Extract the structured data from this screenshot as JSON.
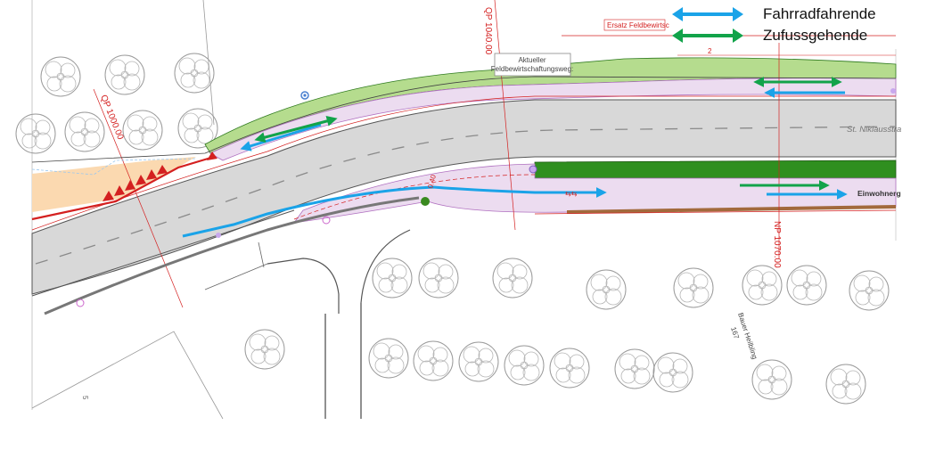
{
  "legend": {
    "items": [
      {
        "label": "Fahrradfahrende",
        "color": "#1aa3e8",
        "icon": "double-arrow-icon"
      },
      {
        "label": "Zufussgehende",
        "color": "#12a34a",
        "icon": "double-arrow-icon"
      }
    ]
  },
  "plan": {
    "station_labels": [
      "QP 1000.00",
      "QP 1040.00",
      "NP 1070.00"
    ],
    "road_name": "St. Niklausstra",
    "street_label": "Einwohnerg",
    "callout": {
      "line1": "Aktueller",
      "line2": "Feldbewirtschaftungsweg:"
    },
    "top_note": "Ersatz Feldbewirtsc",
    "lower_label_1": "Bauer Heilbling",
    "lower_label_2": "167",
    "small_numbers": [
      "2",
      "5"
    ],
    "colors": {
      "road": "#d8d8d8",
      "green_strip": "#b5dc8e",
      "dark_green": "#2f8f1f",
      "sidewalk": "#ecdcf0",
      "red": "#d42020",
      "bike": "#1aa3e8",
      "pedestrian": "#12a34a"
    }
  }
}
